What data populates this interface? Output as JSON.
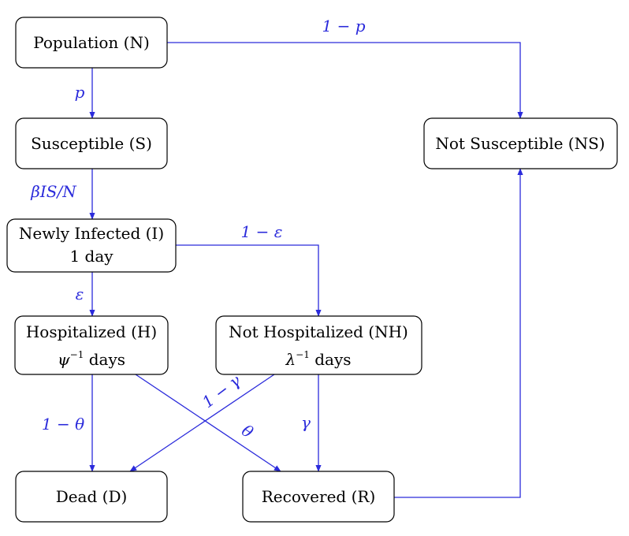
{
  "colors": {
    "edge": "#2b2bdb",
    "box_stroke": "#000000",
    "text": "#000000"
  },
  "nodes": {
    "population": {
      "label": "Population (N)"
    },
    "susceptible": {
      "label": "Susceptible (S)"
    },
    "not_susceptible": {
      "label": "Not Susceptible (NS)"
    },
    "infected": {
      "label": "Newly Infected (I)",
      "sublabel": "1 day"
    },
    "hospitalized": {
      "label": "Hospitalized (H)",
      "sublabel_symbol": "ψ",
      "sublabel_exp": "−1",
      "sublabel_unit": " days"
    },
    "not_hospitalized": {
      "label": "Not Hospitalized (NH)",
      "sublabel_symbol": "λ",
      "sublabel_exp": "−1",
      "sublabel_unit": " days"
    },
    "dead": {
      "label": "Dead (D)"
    },
    "recovered": {
      "label": "Recovered (R)"
    }
  },
  "edges": {
    "pop_to_ns": {
      "label": "1 − p"
    },
    "pop_to_s": {
      "label": "p"
    },
    "s_to_i": {
      "label": "βIS/N"
    },
    "i_to_nh": {
      "label": "1 − ε"
    },
    "i_to_h": {
      "label": "ε"
    },
    "h_to_d": {
      "label": "1 − θ"
    },
    "h_to_r": {
      "label": "θ"
    },
    "nh_to_d": {
      "label": "1 − γ"
    },
    "nh_to_r": {
      "label": "γ"
    }
  }
}
